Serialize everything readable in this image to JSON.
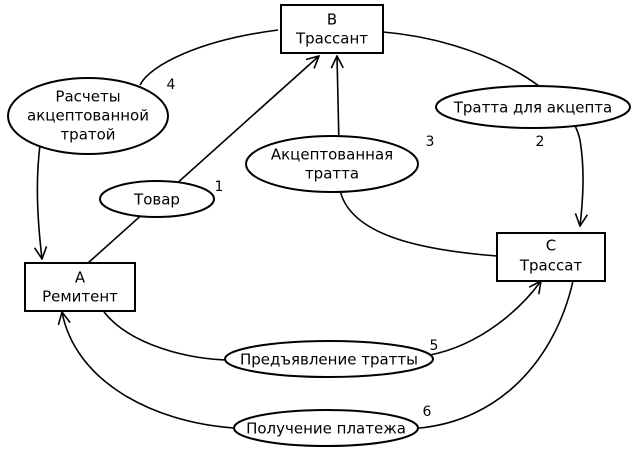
{
  "nodes": {
    "b_trassant": {
      "lines": [
        "B",
        "Трассант"
      ]
    },
    "a_remitent": {
      "lines": [
        "A",
        "Ремитент"
      ]
    },
    "c_trassat": {
      "lines": [
        "C",
        "Трассат"
      ]
    }
  },
  "labels": {
    "tovar": {
      "lines": [
        "Товар"
      ],
      "number": "1"
    },
    "tratta_dlya_akcepta": {
      "lines": [
        "Тратта для акцепта"
      ],
      "number": "2"
    },
    "akceptovannaya_tratta": {
      "lines": [
        "Акцептованная",
        "тратта"
      ],
      "number": "3"
    },
    "raschety": {
      "lines": [
        "Расчеты",
        "акцептованной",
        "тратой"
      ],
      "number": "4"
    },
    "predyavlenie": {
      "lines": [
        "Предъявление тратты"
      ],
      "number": "5"
    },
    "poluchenie": {
      "lines": [
        "Получение платежа"
      ],
      "number": "6"
    }
  }
}
